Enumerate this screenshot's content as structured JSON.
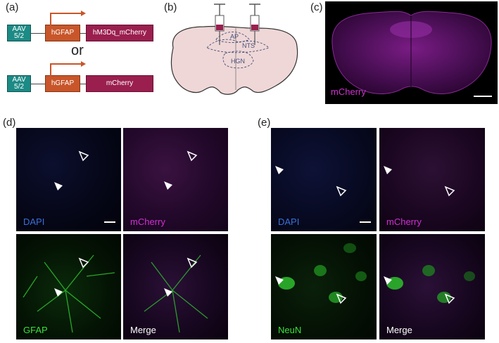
{
  "panels": {
    "a": "(a)",
    "b": "(b)",
    "c": "(c)",
    "d": "(d)",
    "e": "(e)"
  },
  "constructs": {
    "row1": {
      "aav": "AAV\n5/2",
      "promoter": "hGFAP",
      "payload": "hM3Dq_mCherry"
    },
    "or_label": "or",
    "row2": {
      "aav": "AAV\n5/2",
      "promoter": "hGFAP",
      "payload": "mCherry"
    }
  },
  "brain_schematic": {
    "regions": [
      "AP",
      "NTS",
      "HGN"
    ]
  },
  "overview_label": "mCherry",
  "d_labels": {
    "dapi": "DAPI",
    "mcherry": "mCherry",
    "gfap": "GFAP",
    "merge": "Merge"
  },
  "e_labels": {
    "dapi": "DAPI",
    "mcherry": "mCherry",
    "neun": "NeuN",
    "merge": "Merge"
  },
  "colors": {
    "aav": "#1c8a85",
    "promoter": "#c8562a",
    "payload": "#9a1f4e",
    "arrow": "#c8562a",
    "brain_fill": "#efd7d7",
    "syringe_fluid": "#9a1f4e",
    "dapi_text": "#3a6fd8",
    "mcherry_text": "#d030d0",
    "gfap_text": "#3ce03c",
    "merge_text": "#ffffff"
  }
}
